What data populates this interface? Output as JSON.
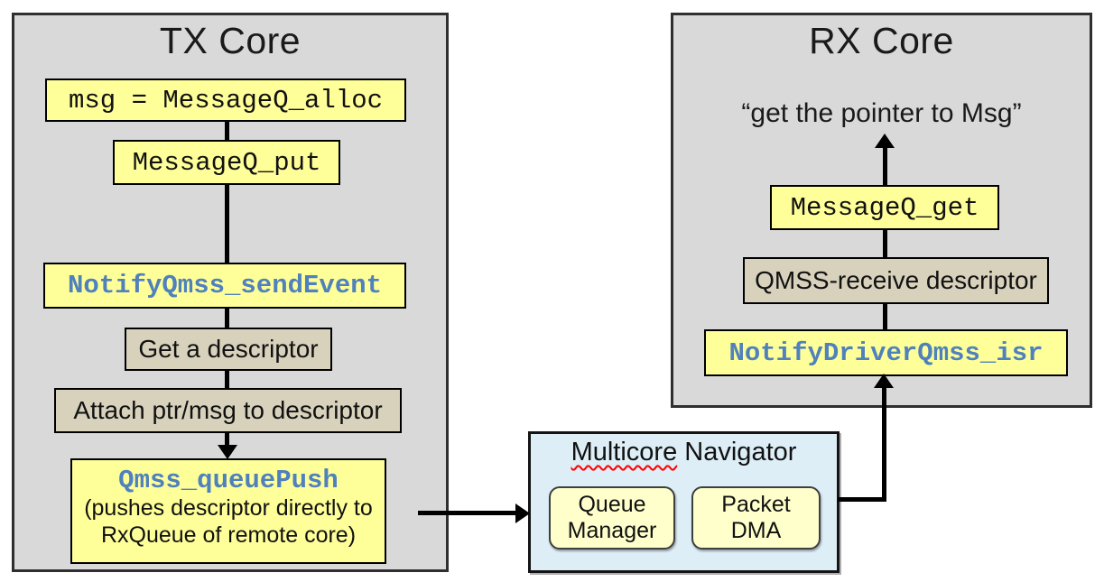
{
  "colors": {
    "core_fill": "#d9d9d9",
    "code_box_fill": "#ffff99",
    "plain_box_fill": "#d8d2bd",
    "navigator_fill": "#ddeef6",
    "navigator_chip_fill": "#ffffcc",
    "code_accent_blue": "#4f81bd",
    "connector_black": "#000000",
    "spellcheck_underline_red": "#ff0000"
  },
  "tx_core": {
    "title": "TX Core",
    "alloc_label": "msg = MessageQ_alloc",
    "put_label": "MessageQ_put",
    "send_event_label": "NotifyQmss_sendEvent",
    "get_descriptor_label": "Get a descriptor",
    "attach_label": "Attach ptr/msg to descriptor",
    "queue_push_label": "Qmss_queuePush",
    "queue_push_note_line1": "(pushes descriptor directly to",
    "queue_push_note_line2": "RxQueue of remote core)"
  },
  "rx_core": {
    "title": "RX Core",
    "quote": "“get the pointer to Msg”",
    "get_label": "MessageQ_get",
    "receive_descriptor_label": "QMSS-receive descriptor",
    "isr_label": "NotifyDriverQmss_isr"
  },
  "navigator": {
    "title_word1": "Multicore",
    "title_word2": "Navigator",
    "queue_manager_line1": "Queue",
    "queue_manager_line2": "Manager",
    "packet_dma_line1": "Packet",
    "packet_dma_line2": "DMA"
  }
}
